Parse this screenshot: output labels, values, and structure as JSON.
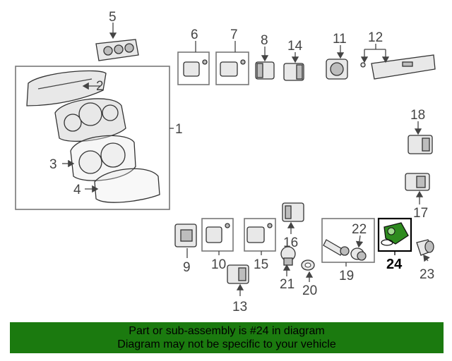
{
  "callouts": {
    "c1": "1",
    "c2": "2",
    "c3": "3",
    "c4": "4",
    "c5": "5",
    "c6": "6",
    "c7": "7",
    "c8": "8",
    "c9": "9",
    "c10": "10",
    "c11": "11",
    "c12": "12",
    "c13": "13",
    "c14": "14",
    "c15": "15",
    "c16": "16",
    "c17": "17",
    "c18": "18",
    "c19": "19",
    "c20": "20",
    "c21": "21",
    "c22": "22",
    "c23": "23",
    "c24": "24"
  },
  "highlighted_part": "24",
  "banner": {
    "line1": "Part or sub-assembly is #24 in diagram",
    "line2": "Diagram may not be specific to your vehicle",
    "background_color": "#1b7a0f"
  },
  "colors": {
    "highlight_part": "#2e8b1f",
    "line": "#333333"
  }
}
